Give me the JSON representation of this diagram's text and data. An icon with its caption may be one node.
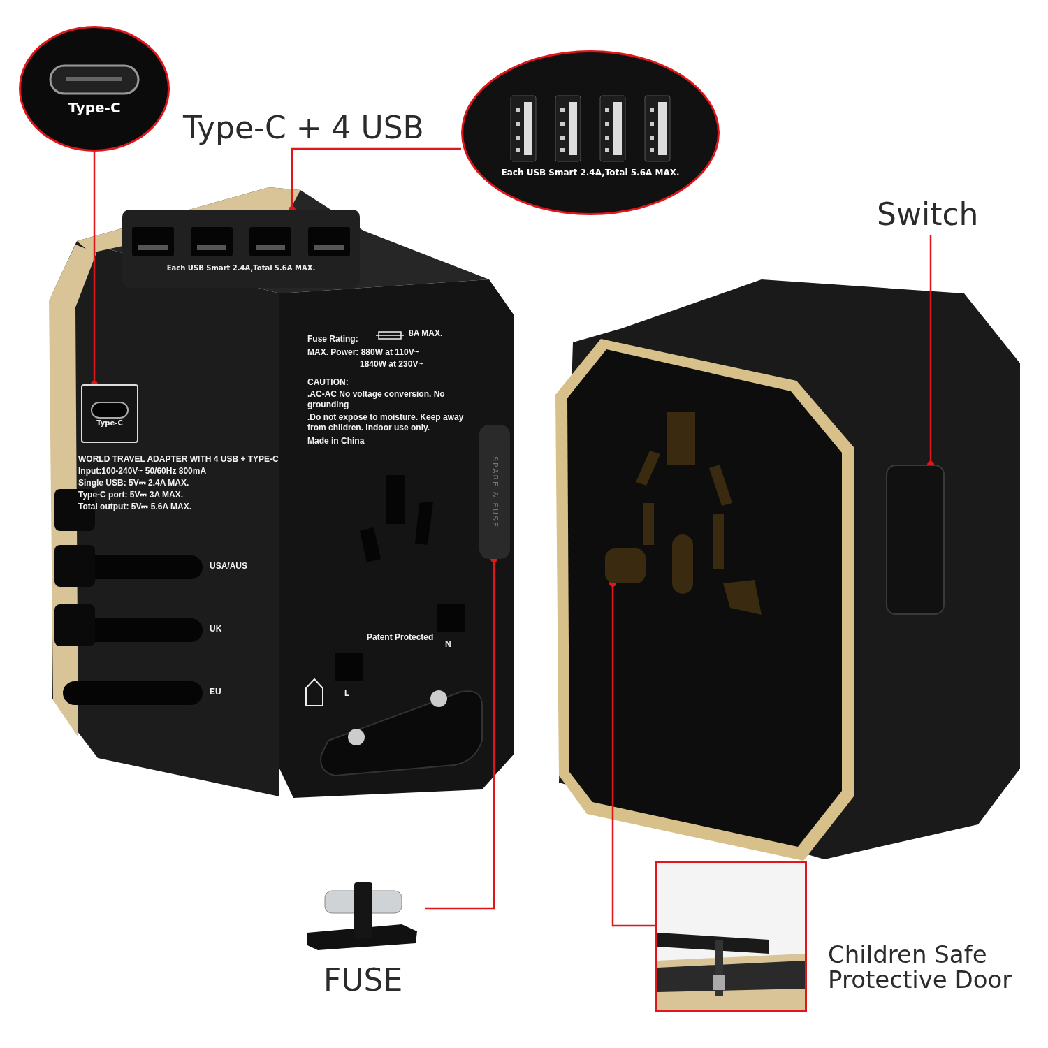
{
  "diagram": {
    "nodes": [
      {
        "text": [
          "Type-C"
        ]
      },
      {
        "text": [
          "Type-C"
        ]
      },
      {
        "text": [
          "Each USB Smart 2.4A,Total 5.6A MAX."
        ]
      },
      {
        "text": [
          "Each USB Smart 2.4A,Total 5.6A MAX."
        ]
      },
      {
        "text": [
          "Switch"
        ]
      },
      {
        "text": [],
        "shape": "box"
      },
      {
        "text": [],
        "shape": "picture",
        "beside": [
          "FUSE"
        ]
      },
      {
        "text": [
          "SPARE & FUSE"
        ]
      },
      {
        "text": [],
        "shape": "picture",
        "beside": [
          "Children Safe Protective Door"
        ]
      },
      {
        "text": [],
        "shape": "box"
      }
    ],
    "edges": [
      {
        "from": 0,
        "to": 1,
        "arrow": "other"
      },
      {
        "from": 2,
        "to": 3,
        "arrow": "other"
      },
      {
        "from": 4,
        "to": 5,
        "arrow": "other"
      },
      {
        "from": 6,
        "to": 7,
        "arrow": "other"
      },
      {
        "from": 8,
        "to": 9,
        "arrow": "other"
      }
    ],
    "labels": [
      "Type-C + 4 USB",
      "Fuse Rating:",
      "8A MAX.",
      "MAX. Power: 880W at 110V~",
      "1840W at 230V~",
      "CAUTION:",
      ".AC-AC No voltage conversion. No grounding",
      ".Do not expose to moisture. Keep away from children. Indoor use only.",
      "Made in China",
      "WORLD TRAVEL ADAPTER WITH 4 USB + TYPE-C",
      "Input:100-240V~ 50/60Hz 800mA",
      "Single USB: 5V⎓ 2.4A MAX.",
      "Type-C port: 5V⎓ 3A MAX.",
      "Total output: 5V⎓ 5.6A MAX.",
      "USA/AUS",
      "UK",
      "EU",
      "Patent Protected",
      "L",
      "N"
    ]
  }
}
